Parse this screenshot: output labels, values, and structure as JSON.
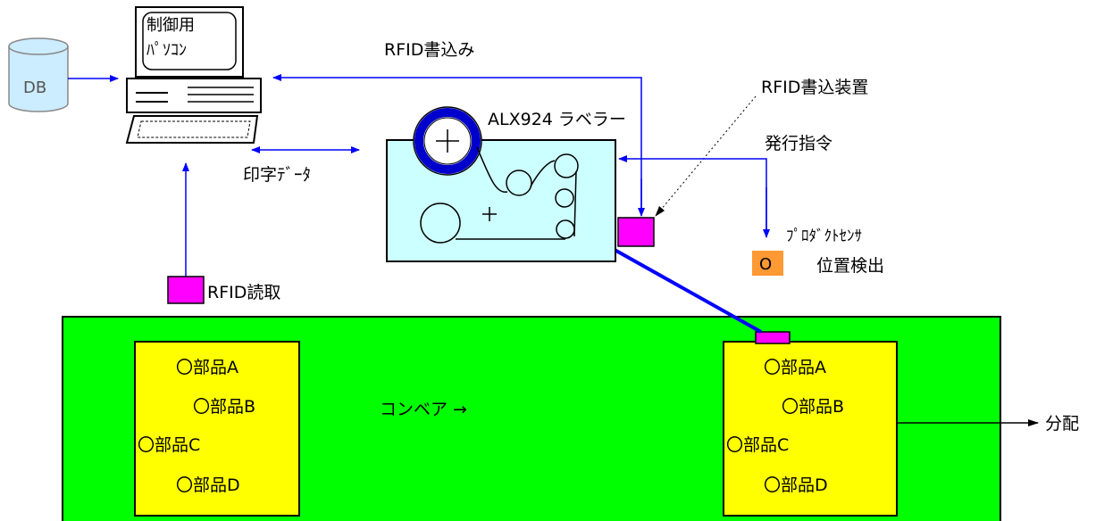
{
  "labels": {
    "db": "DB",
    "pc_line1": "制御用",
    "pc_line2": "ﾊﾟｿｺﾝ",
    "rfid_write": "RFID書込み",
    "rfid_writer_device": "RFID書込装置",
    "labeler": "ALX924 ラベラー",
    "issue_command": "発行指令",
    "print_data": "印字ﾃﾞｰﾀ",
    "product_sensor": "ﾌﾟﾛﾀﾞｸﾄｾﾝｻ",
    "sensor_symbol": "O",
    "position_detect": "位置検出",
    "rfid_read": "RFID読取",
    "conveyor": "コンベア →",
    "distribute": "分配"
  },
  "left_box_parts": [
    "〇部品A",
    "〇部品B",
    "〇部品C",
    "〇部品D"
  ],
  "right_box_parts": [
    "〇部品A",
    "〇部品B",
    "〇部品C",
    "〇部品D"
  ],
  "colors": {
    "conveyor": "#00ff00",
    "box": "#ffff00",
    "labeler_body": "#ccffff",
    "rfid_tag": "#ff00ff",
    "sensor": "#ff9933",
    "arrow": "#0000ff",
    "db": "#ccecff"
  }
}
